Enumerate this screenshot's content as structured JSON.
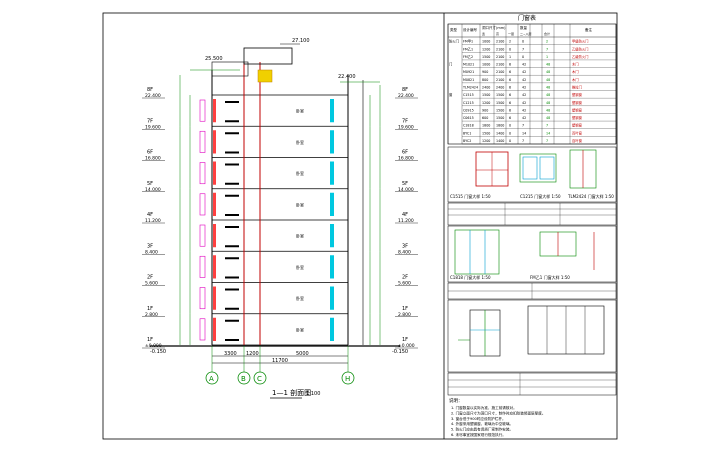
{
  "section": {
    "title": "1—1 剖面图",
    "scale": "1:100",
    "axes": [
      "A",
      "B",
      "C",
      "H"
    ],
    "dims_bottom": [
      "3300",
      "1200",
      "5000"
    ],
    "dim_total": "11700",
    "top_elevation": "27.100",
    "roof_left_elev": "25.500",
    "roof_right_elev": "22.400",
    "ground_left_elev": "-0.150",
    "ground_right_elev": "-0.150",
    "floors": [
      {
        "label": "8F",
        "elev": "22.400"
      },
      {
        "label": "7F",
        "elev": "19.600"
      },
      {
        "label": "6F",
        "elev": "16.800"
      },
      {
        "label": "5F",
        "elev": "14.000"
      },
      {
        "label": "4F",
        "elev": "11.200"
      },
      {
        "label": "3F",
        "elev": "8.400"
      },
      {
        "label": "2F",
        "elev": "5.600"
      },
      {
        "label": "1F",
        "elev": "2.800"
      },
      {
        "label": "1F",
        "elev": "±0.000"
      }
    ],
    "room_tag": "卧室"
  },
  "table": {
    "title": "门窗表",
    "headers": [
      "类型",
      "设计编号",
      "洞口尺寸(mm)",
      "数量",
      "备注"
    ],
    "subheaders": [
      "宽",
      "高",
      "一层",
      "二~八层",
      "合计"
    ],
    "rows": [
      [
        "防火门",
        "FM甲1",
        "1000",
        "2100",
        "2",
        "0",
        "2",
        "甲级防火门"
      ],
      [
        "",
        "FM乙1",
        "1200",
        "2100",
        "0",
        "7",
        "7",
        "乙级防火门"
      ],
      [
        "",
        "FM乙2",
        "1500",
        "2100",
        "1",
        "0",
        "1",
        "乙级防火门"
      ],
      [
        "门",
        "M1021",
        "1000",
        "2100",
        "6",
        "42",
        "48",
        "木门"
      ],
      [
        "",
        "M0921",
        "900",
        "2100",
        "6",
        "42",
        "48",
        "木门"
      ],
      [
        "",
        "M0821",
        "800",
        "2100",
        "6",
        "42",
        "48",
        "木门"
      ],
      [
        "",
        "TLM2424",
        "2400",
        "2400",
        "6",
        "42",
        "48",
        "推拉门"
      ],
      [
        "窗",
        "C1515",
        "1500",
        "1500",
        "6",
        "42",
        "48",
        "塑钢窗"
      ],
      [
        "",
        "C1215",
        "1200",
        "1500",
        "6",
        "42",
        "48",
        "塑钢窗"
      ],
      [
        "",
        "C0915",
        "900",
        "1500",
        "6",
        "42",
        "48",
        "塑钢窗"
      ],
      [
        "",
        "C0615",
        "600",
        "1500",
        "6",
        "42",
        "48",
        "塑钢窗"
      ],
      [
        "",
        "C1818",
        "1800",
        "1800",
        "0",
        "7",
        "7",
        "塑钢窗"
      ],
      [
        "",
        "BYC1",
        "1500",
        "1400",
        "0",
        "14",
        "14",
        "百叶窗"
      ],
      [
        "",
        "BYC2",
        "1200",
        "1400",
        "0",
        "7",
        "7",
        "百叶窗"
      ]
    ],
    "detail_labels": [
      "C1515 门窗大样 1:50",
      "C1215 门窗大样 1:50",
      "TLM2424 门窗大样 1:50",
      "C1818 门窗大样 1:50",
      "FM乙1 门窗大样 1:50"
    ],
    "notes_title": "说明：",
    "notes": [
      "1. 门窗数量以实际为准，施工前请核对。",
      "2. 门窗立面尺寸为洞口尺寸，制作时应扣除装修面层厚度。",
      "3. 窗台低于900时应设防护栏杆。",
      "4. 外窗采用塑钢窗，玻璃为中空玻璃。",
      "5. 防火门应由具有资质厂家制作安装。",
      "6. 未尽事宜按国家现行规范执行。"
    ]
  }
}
